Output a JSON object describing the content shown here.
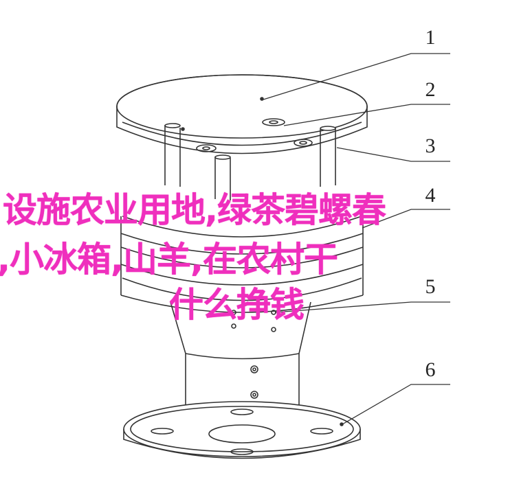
{
  "callouts": [
    "1",
    "2",
    "3",
    "4",
    "5",
    "6"
  ],
  "overlay": {
    "line1": "设施农业用地,绿茶碧螺春",
    "line2": ",小冰箱,山羊,在农村干",
    "line3": "什么挣钱"
  },
  "colors": {
    "stroke": "#333333",
    "overlay_text": "#ef2fbd",
    "background": "#ffffff"
  }
}
